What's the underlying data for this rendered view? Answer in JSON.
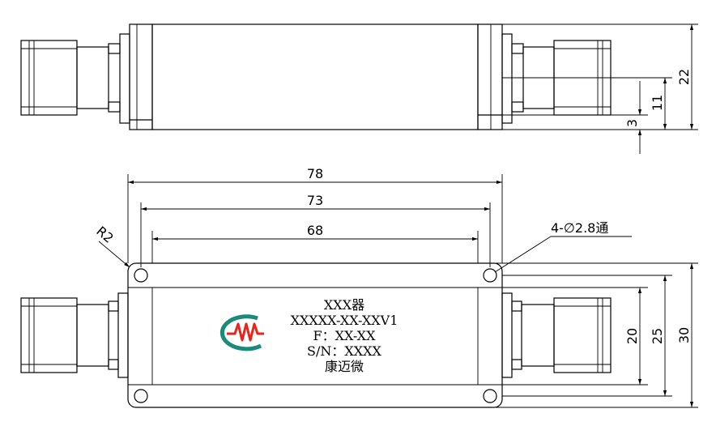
{
  "dimensions": {
    "length_78": "78",
    "length_73": "73",
    "length_68": "68",
    "height_22": "22",
    "height_11": "11",
    "height_3": "3",
    "height_20": "20",
    "height_25": "25",
    "height_30": "30",
    "radius": "R2",
    "holes": "4-∅2.8通"
  },
  "label": {
    "line1": "XXX器",
    "line2": "XXXXX-XX-XXV1",
    "line3": "F：XX-XX",
    "line4": "S/N：XXXX",
    "line5": "康迈微"
  },
  "colors": {
    "logo_red": "#e8241c",
    "logo_teal": "#1a8a7a",
    "line": "#000000"
  }
}
